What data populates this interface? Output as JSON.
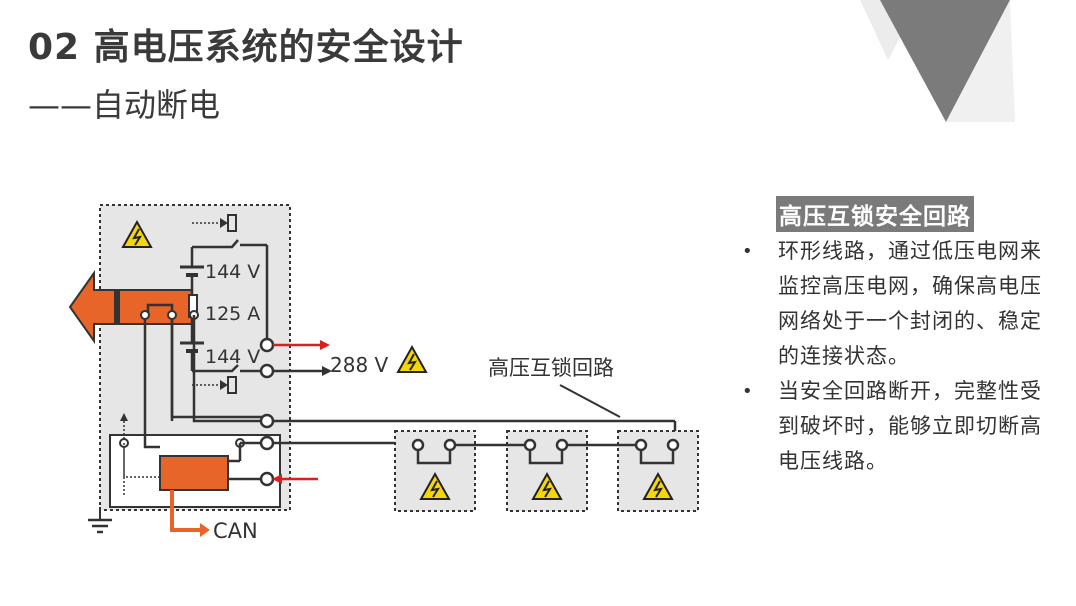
{
  "slide": {
    "title": "02 高电压系统的安全设计",
    "subtitle": "——自动断电"
  },
  "diagram": {
    "voltage_top": "144 V",
    "current": "125 A",
    "voltage_bottom": "144 V",
    "output_voltage": "288 V",
    "interlock_label": "高压互锁回路",
    "can_label": "CAN"
  },
  "panel": {
    "heading": "高压互锁安全回路",
    "bullets": [
      "环形线路，通过低压电网来监控高压电网，确保高电压网络处于一个封闭的、稳定的连接状态。",
      "当安全回路断开，完整性受到破坏时，能够立即切断高电压线路。"
    ]
  },
  "colors": {
    "accent_orange": "#e8652a",
    "arrow_red": "#d92020",
    "gray_fill": "#e6e6e6",
    "warning_yellow": "#f5d60a"
  }
}
